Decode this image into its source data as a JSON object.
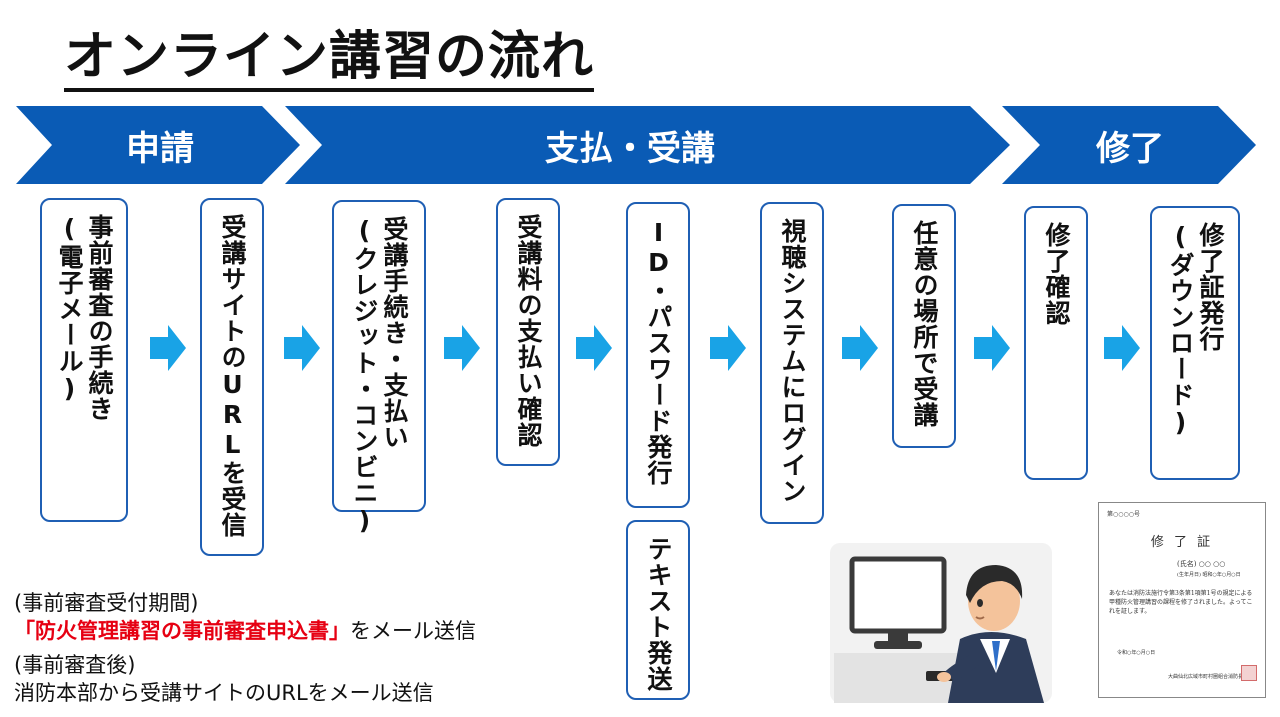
{
  "title": "オンライン講習の流れ",
  "phases": [
    {
      "label": "申請"
    },
    {
      "label": "支払・受講"
    },
    {
      "label": "修了"
    }
  ],
  "steps": [
    {
      "text": "事前審査の手続き\n(電子メール)"
    },
    {
      "text": "受講サイトのURLを受信"
    },
    {
      "text": "受講手続き・支払い\n(クレジット・コンビニ)"
    },
    {
      "text": "受講料の支払い確認"
    },
    {
      "text": "ID・パスワード発行"
    },
    {
      "text": "視聴システムにログイン"
    },
    {
      "text": "任意の場所で受講"
    },
    {
      "text": "修了確認"
    },
    {
      "text": "修了証発行\n(ダウンロード)"
    }
  ],
  "extra_step": {
    "text": "テキスト発送"
  },
  "notes": {
    "line1": "(事前審査受付期間)",
    "line2_red": "「防火管理講習の事前審査申込書」",
    "line2_rest": "をメール送信",
    "line3": "(事前審査後)",
    "line4": "消防本部から受講サイトのURLをメール送信"
  },
  "certificate": {
    "number": "第○○○○号",
    "heading": "修 了 証",
    "name": "(氏名) ○○ ○○",
    "dob": "(生年月日) 昭和○年○月○日",
    "body": "あなたは消防法施行令第3条第1項第1号の規定による甲種防火管理講習の課程を修了されました。よってこれを証します。",
    "date": "令和○年○月○日",
    "issuer": "大曲仙北広域市町村圏組合消防長"
  },
  "colors": {
    "phase": "#0a5bb5",
    "arrow": "#19a3e6",
    "border": "#1f5fb4",
    "red": "#e60012"
  }
}
